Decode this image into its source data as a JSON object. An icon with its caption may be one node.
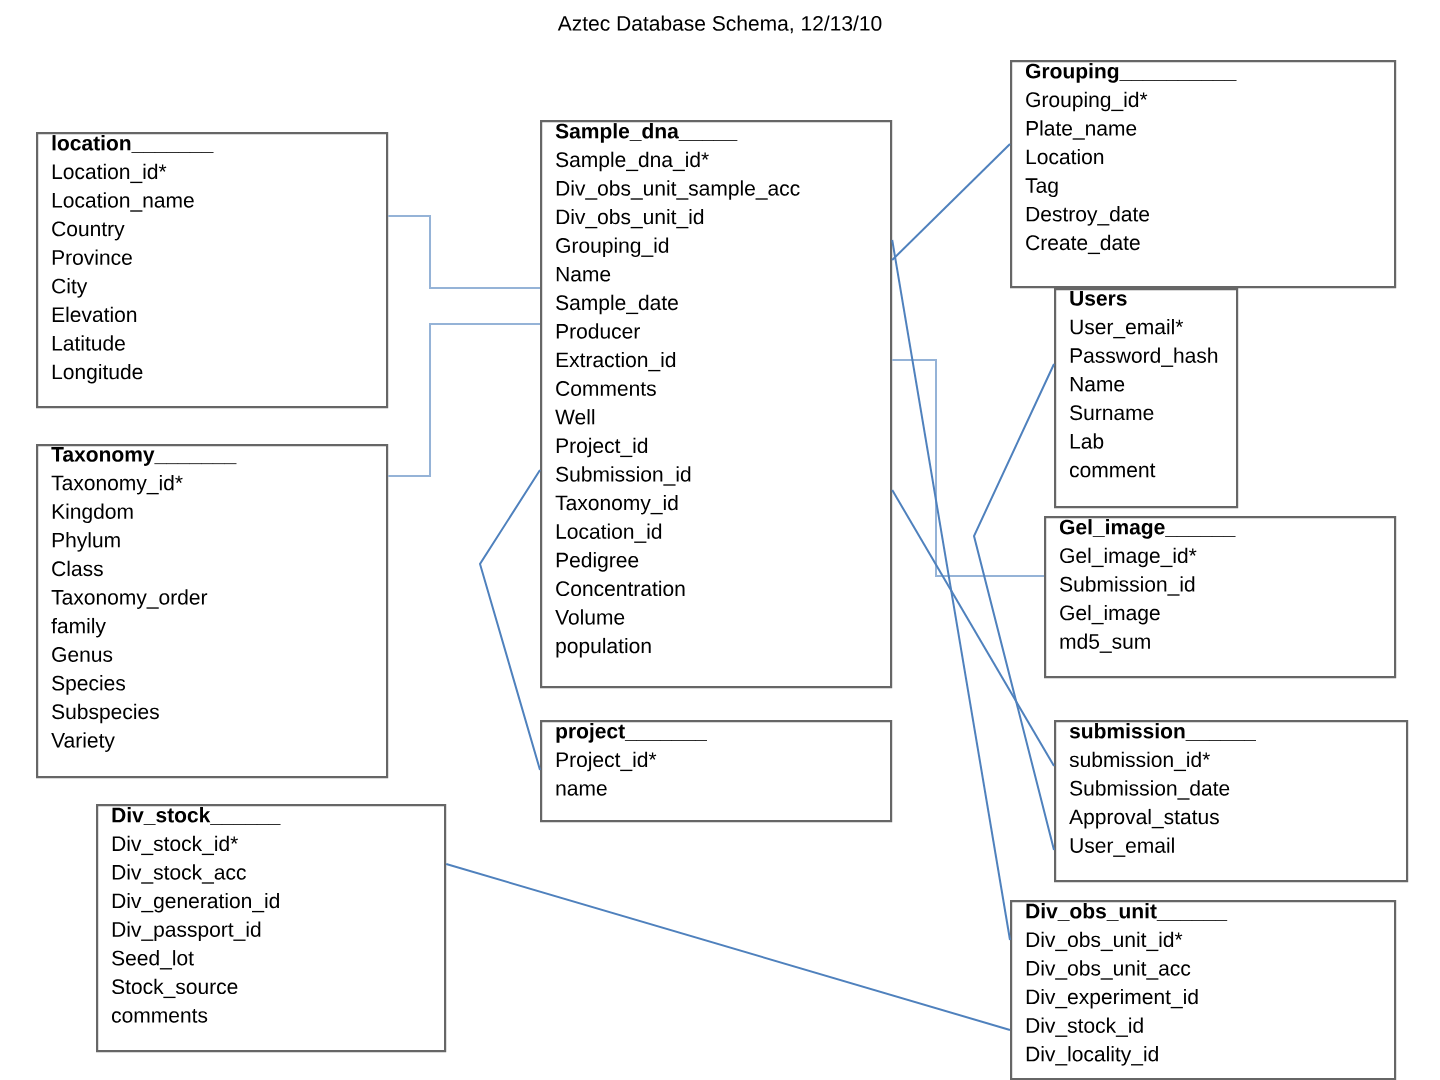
{
  "diagram": {
    "title": "Aztec Database Schema, 12/13/10",
    "nodes": [
      {
        "text": [
          "location_______",
          "Location_id*",
          "Location_name",
          "Country",
          "Province",
          "City",
          "Elevation",
          "Latitude",
          "Longitude"
        ]
      },
      {
        "text": [
          "Taxonomy_______",
          "Taxonomy_id*",
          "Kingdom",
          "Phylum",
          "Class",
          "Taxonomy_order",
          "family",
          "Genus",
          "Species",
          "Subspecies",
          "Variety"
        ]
      },
      {
        "text": [
          "Sample_dna_____",
          "Sample_dna_id*",
          "Div_obs_unit_sample_acc",
          "Div_obs_unit_id",
          "Grouping_id",
          "Name",
          "Sample_date",
          "Producer",
          "Extraction_id",
          "Comments",
          "Well",
          "Project_id",
          "Submission_id",
          "Taxonomy_id",
          "Location_id",
          "Pedigree",
          "Concentration",
          "Volume",
          "population"
        ]
      },
      {
        "text": [
          "project_______",
          "Project_id*",
          "name"
        ]
      },
      {
        "text": [
          "Grouping__________",
          "Grouping_id*",
          "Plate_name",
          "Location",
          "Tag",
          "Destroy_date",
          "Create_date"
        ]
      },
      {
        "text": [
          "Users",
          "User_email*",
          "Password_hash",
          "Name",
          "Surname",
          "Lab",
          "comment"
        ]
      },
      {
        "text": [
          "Gel_image______",
          "Gel_image_id*",
          "Submission_id",
          "Gel_image",
          "md5_sum"
        ]
      },
      {
        "text": [
          "submission______",
          "submission_id*",
          "Submission_date",
          "Approval_status",
          "User_email"
        ]
      },
      {
        "text": [
          "Div_stock______",
          "Div_stock_id*",
          "Div_stock_acc",
          "Div_generation_id",
          "Div_passport_id",
          "Seed_lot",
          "Stock_source",
          "comments"
        ]
      },
      {
        "text": [
          "Div_obs_unit______",
          "Div_obs_unit_id*",
          "Div_obs_unit_acc",
          "Div_experiment_id",
          "Div_stock_id",
          "Div_locality_id"
        ]
      }
    ],
    "edges": [
      {
        "from": 0,
        "to": 2,
        "arrow": "none",
        "color": "#95b3d7"
      },
      {
        "from": 1,
        "to": 2,
        "arrow": "none",
        "color": "#95b3d7"
      },
      {
        "from": 2,
        "to": 3,
        "arrow": "none"
      },
      {
        "from": 2,
        "to": 4,
        "arrow": "none"
      },
      {
        "from": 2,
        "to": 6,
        "arrow": "none",
        "color": "#95b3d7"
      },
      {
        "from": 2,
        "to": 9,
        "arrow": "none"
      },
      {
        "from": 2,
        "to": 7,
        "arrow": "none"
      },
      {
        "from": 5,
        "to": 7,
        "arrow": "none"
      },
      {
        "from": 8,
        "to": 9,
        "arrow": "none"
      }
    ]
  }
}
